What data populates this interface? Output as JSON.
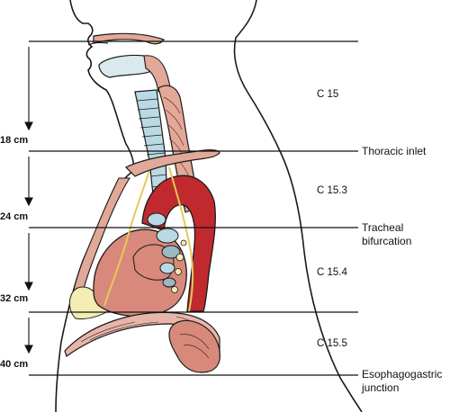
{
  "distance_marks": [
    "18 cm",
    "24 cm",
    "32 cm",
    "40 cm"
  ],
  "segment_codes": [
    "C 15",
    "C 15.3",
    "C 15.4",
    "C 15.5"
  ],
  "landmarks": [
    {
      "line1": "Thoracic inlet",
      "line2": ""
    },
    {
      "line1": "Tracheal",
      "line2": "bifurcation"
    },
    {
      "line1": "Esophagogastric",
      "line2": "junction"
    }
  ],
  "colors": {
    "outline": "#1a1a1a",
    "skin": "#ffffff",
    "heart": "#d8897b",
    "aorta": "#c02a2f",
    "muscle": "#e2a898",
    "trachea": "#b9d9e4",
    "nerve": "#f0d982",
    "fat": "#f3ecb3",
    "diaphragm": "#e8b5a9",
    "reference_line": "#111111"
  }
}
